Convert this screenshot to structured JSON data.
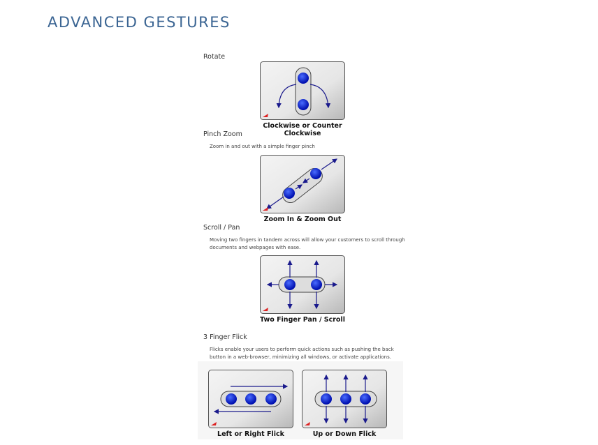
{
  "title": "ADVANCED GESTURES",
  "sections": [
    {
      "heading": "Rotate",
      "caption": "Clockwise or Counter Clockwise"
    },
    {
      "heading": "Pinch Zoom",
      "description": "Zoom in and out with a simple finger pinch",
      "caption": "Zoom In & Zoom Out"
    },
    {
      "heading": "Scroll / Pan",
      "description": "Moving two fingers in tandem across will allow your customers to scroll through documents and webpages with ease.",
      "caption": "Two Finger Pan / Scroll"
    },
    {
      "heading": "3 Finger Flick",
      "description": "Flicks enable your users to perform quick actions such as pushing the back button in a web-browser, minimizing all windows, or activate applications.",
      "captions": [
        "Left or Right Flick",
        "Up or Down Flick"
      ]
    }
  ],
  "colors": {
    "title": "#3b6593",
    "arrow": "#1a1a8c",
    "finger": "#1030e0"
  }
}
